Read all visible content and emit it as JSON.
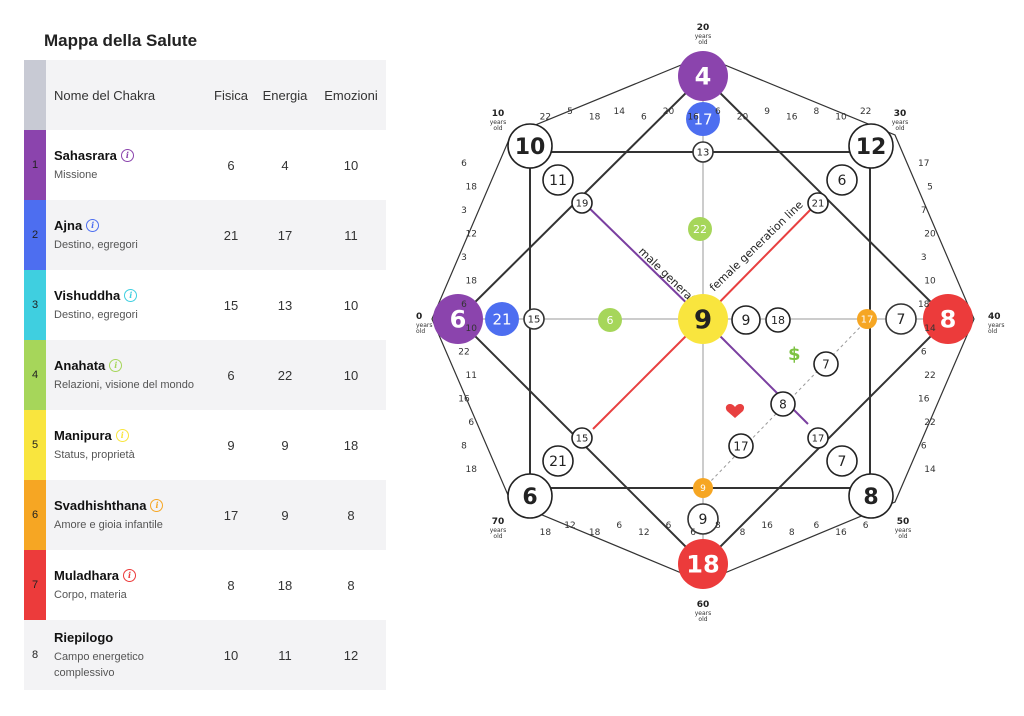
{
  "title": "Mappa della Salute",
  "table": {
    "headers": {
      "name": "Nome del Chakra",
      "fisica": "Fisica",
      "energia": "Energia",
      "emozioni": "Emozioni"
    },
    "rows": [
      {
        "idx": "1",
        "name": "Sahasrara",
        "desc": "Missione",
        "fisica": "6",
        "energia": "4",
        "emozioni": "10",
        "color": "#8b44ad"
      },
      {
        "idx": "2",
        "name": "Ajna",
        "desc": "Destino, egregori",
        "fisica": "21",
        "energia": "17",
        "emozioni": "11",
        "color": "#4d6ef0"
      },
      {
        "idx": "3",
        "name": "Vishuddha",
        "desc": "Destino, egregori",
        "fisica": "15",
        "energia": "13",
        "emozioni": "10",
        "color": "#3fcfe0"
      },
      {
        "idx": "4",
        "name": "Anahata",
        "desc": "Relazioni, visione del mondo",
        "fisica": "6",
        "energia": "22",
        "emozioni": "10",
        "color": "#a6d65a"
      },
      {
        "idx": "5",
        "name": "Manipura",
        "desc": "Status, proprietà",
        "fisica": "9",
        "energia": "9",
        "emozioni": "18",
        "color": "#f9e53e"
      },
      {
        "idx": "6",
        "name": "Svadhishthana",
        "desc": "Amore e gioia infantile",
        "fisica": "17",
        "energia": "9",
        "emozioni": "8",
        "color": "#f6a623"
      },
      {
        "idx": "7",
        "name": "Muladhara",
        "desc": "Corpo, materia",
        "fisica": "8",
        "energia": "18",
        "emozioni": "8",
        "color": "#ec3b3b"
      },
      {
        "idx": "8",
        "name": "Riepilogo",
        "desc": "Campo energetico complessivo",
        "fisica": "10",
        "energia": "11",
        "emozioni": "12",
        "color": ""
      }
    ]
  },
  "diagram": {
    "center": "9",
    "top": "4",
    "top_inner": "17",
    "top_small": "13",
    "left": "6",
    "left_inner": "21",
    "left_small": "15",
    "right": "8",
    "right_inner": "7",
    "right_small": "17",
    "bottom": "18",
    "bottom_inner": "9",
    "bottom_small": "9",
    "corner_tl": "10",
    "corner_tr": "12",
    "corner_bl": "6",
    "corner_br": "8",
    "tl_inner": "11",
    "tl_small": "19",
    "tr_inner": "6",
    "tr_small": "21",
    "bl_inner": "21",
    "bl_small": "15",
    "br_inner": "7",
    "br_small": "17",
    "mid_upper": "22",
    "mid_left": "6",
    "right_a": "9",
    "right_b": "18",
    "diag1": "7",
    "diag2": "8",
    "diag3": "17",
    "dollar": "$",
    "male_line": "male generation line",
    "female_line": "female generation line",
    "ages": {
      "a0": "0",
      "a10": "10",
      "a20": "20",
      "a30": "30",
      "a40": "40",
      "a50": "50",
      "a60": "60",
      "a70": "70",
      "years": "years",
      "old": "old"
    },
    "outer_numbers_top": [
      "22",
      "5",
      "18",
      "14",
      "6",
      "20",
      "16",
      "6",
      "20",
      "9",
      "16",
      "8",
      "10",
      "22"
    ],
    "outer_numbers_right": [
      "17",
      "5",
      "7",
      "20",
      "3",
      "10",
      "18",
      "14",
      "6",
      "22",
      "16",
      "22",
      "6",
      "14"
    ],
    "outer_numbers_bottom": [
      "6",
      "16",
      "6",
      "8",
      "16",
      "8",
      "8",
      "6",
      "6",
      "12",
      "6",
      "18",
      "12",
      "18"
    ],
    "outer_numbers_left": [
      "18",
      "8",
      "6",
      "16",
      "11",
      "22",
      "10",
      "6",
      "18",
      "3",
      "12",
      "3",
      "18",
      "6"
    ]
  }
}
